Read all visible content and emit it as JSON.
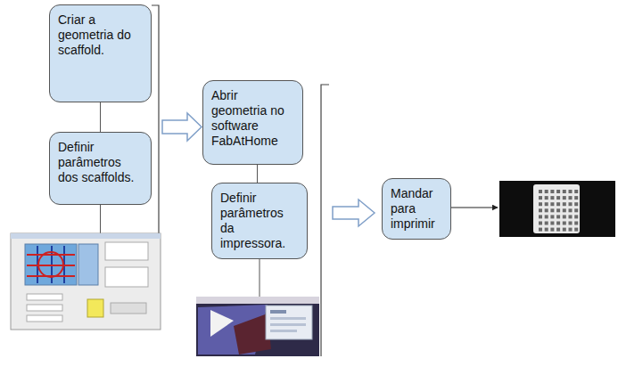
{
  "diagram": {
    "nodes": [
      {
        "text": [
          "Criar a geometria do scaffold."
        ]
      },
      {
        "text": [
          "Definir parâmetros dos scaffolds."
        ]
      },
      {
        "text": [
          "Abrir geometria no software FabAtHome"
        ]
      },
      {
        "text": [
          "Definir parâmetros da impressora."
        ]
      },
      {
        "text": [
          "Mandar para imprimir"
        ]
      }
    ],
    "edges": [
      {
        "from": 0,
        "to": 1,
        "arrow": "none"
      },
      {
        "from": 2,
        "to": 3,
        "arrow": "none"
      }
    ]
  }
}
